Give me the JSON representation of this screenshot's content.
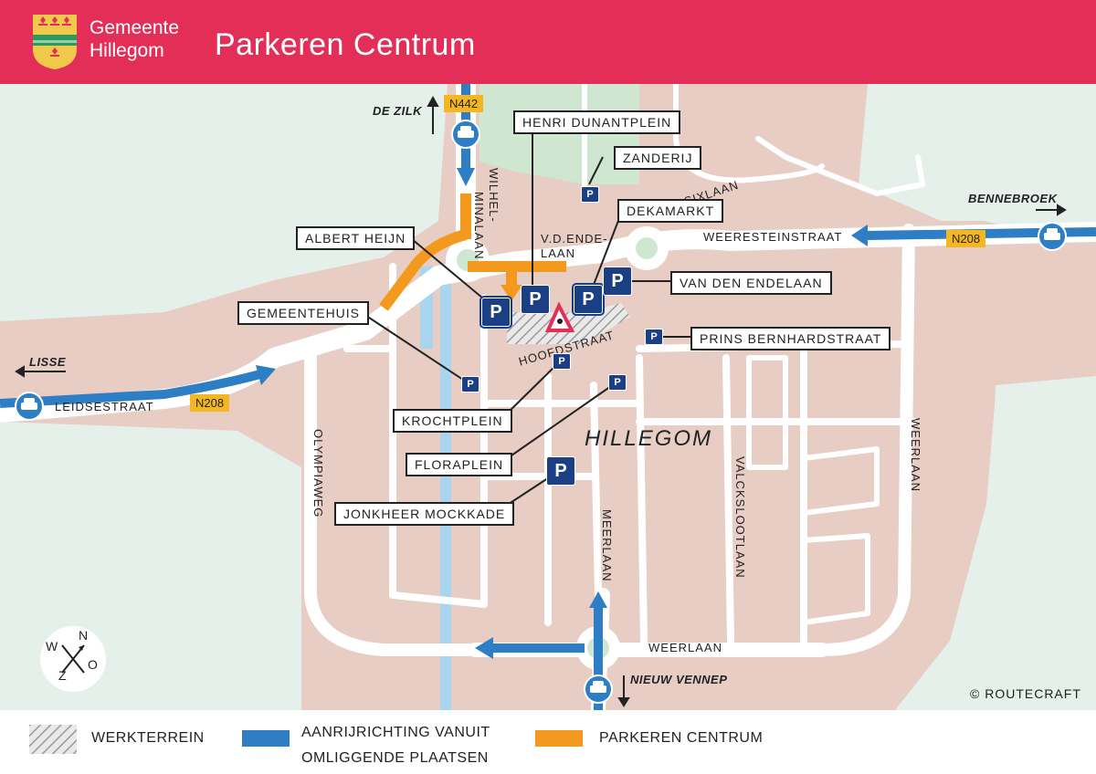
{
  "header": {
    "municipality_line1": "Gemeente",
    "municipality_line2": "Hillegom",
    "title": "Parkeren Centrum"
  },
  "places": {
    "de_zilk": "DE ZILK",
    "bennebroek": "BENNEBROEK",
    "lisse": "LISSE",
    "nieuw_vennep": "NIEUW VENNEP",
    "hillegom": "HILLEGOM"
  },
  "routes": {
    "n442": "N442",
    "n208_east": "N208",
    "n208_west": "N208"
  },
  "roads": {
    "wilhelminalaan_1": "WILHEL-",
    "wilhelminalaan_2": "MINALAAN",
    "vdendelaan_1": "V.D.ENDE-",
    "vdendelaan_2": "LAAN",
    "sixlaan": "SIXLAAN",
    "weeresteinstraat": "WEERESTEINSTRAAT",
    "hoofdstraat": "HOOFDSTRAAT",
    "leidsestraat": "LEIDSESTRAAT",
    "olympiaweg": "OLYMPIAWEG",
    "meerlaan": "MEERLAAN",
    "valckslootlaan": "VALCKSLOOTLAAN",
    "weerlaan_v": "WEERLAAN",
    "weerlaan_h": "WEERLAAN"
  },
  "parking_labels": {
    "henri_dunantplein": "HENRI DUNANTPLEIN",
    "zanderij": "ZANDERIJ",
    "dekamarkt": "DEKAMARKT",
    "albert_heijn": "ALBERT HEIJN",
    "van_den_endelaan": "VAN DEN ENDELAAN",
    "gemeentehuis": "GEMEENTEHUIS",
    "prins_bernhardstraat": "PRINS BERNHARDSTRAAT",
    "krochtplein": "KROCHTPLEIN",
    "floraplein": "FLORAPLEIN",
    "jonkheer_mockkade": "JONKHEER MOCKKADE"
  },
  "parking_symbol": "P",
  "compass": {
    "n": "N",
    "w": "W",
    "z": "Z",
    "o": "O"
  },
  "credit": "© ROUTECRAFT",
  "legend": {
    "werkterrein": "WERKTERREIN",
    "aanrijrichting_1": "AANRIJRICHTING VANUIT",
    "aanrijrichting_2": "OMLIGGENDE PLAATSEN",
    "parkeren_centrum": "PARKEREN CENTRUM"
  },
  "colors": {
    "header": "#e32f57",
    "green_area": "#e6f0ea",
    "built_area": "#e7cdc4",
    "route_blue": "#2e7ec6",
    "parking_orange": "#f39a1e",
    "parking_blue": "#1b3f85",
    "water": "#a9d5ef",
    "badge_yellow": "#f5b721"
  }
}
